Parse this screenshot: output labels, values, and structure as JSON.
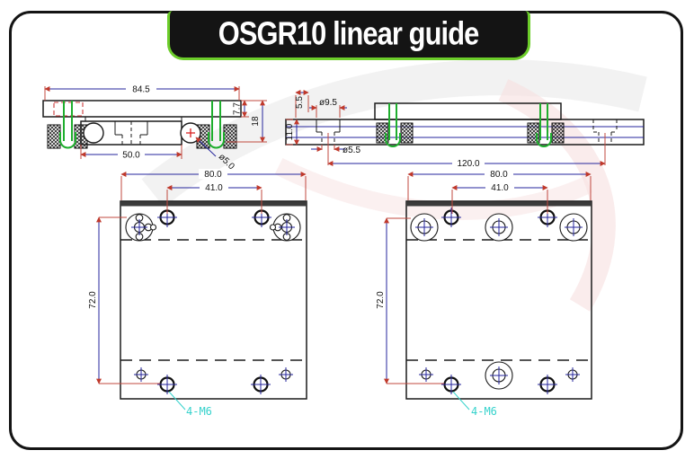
{
  "banner": {
    "title": "OSGR10 linear guide"
  },
  "colors": {
    "banner_green": "#6ccd2a",
    "screw_green": "#1fae2e",
    "dim_line": "#26269c",
    "ext_line": "#c0493f",
    "hidden_red": "#cc3a3a",
    "cross_red": "#d81f1f",
    "thread_label": "#35d2cc"
  },
  "views": {
    "front": {
      "dim_width": "84.5",
      "dim_plate_height": "7.7",
      "dim_total_height": "18",
      "dim_rail_width": "50.0",
      "label_roller_dia": "ø5.0"
    },
    "side": {
      "dim_end_offset": "5.5",
      "dim_cbore_dia": "ø9.5",
      "dim_rail_height": "11.0",
      "dim_hole_dia": "ø5.5",
      "dim_hole_pitch": "120.0"
    },
    "plan_carriage": {
      "dim_width": "80.0",
      "dim_hole_spacing_x": "41.0",
      "dim_hole_spacing_y": "72.0",
      "label_thread": "4-M6"
    },
    "plan_rail": {
      "dim_width": "80.0",
      "dim_hole_spacing_x": "41.0",
      "dim_hole_spacing_y": "72.0",
      "label_thread": "4-M6"
    }
  }
}
